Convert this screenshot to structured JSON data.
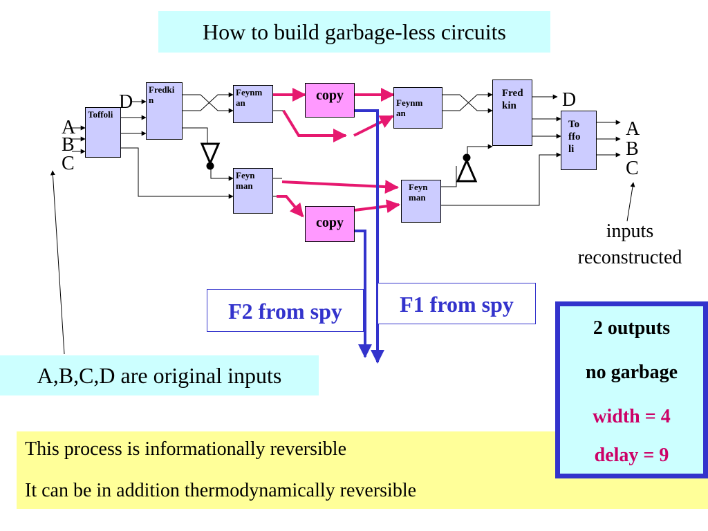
{
  "title": "How to build garbage-less circuits",
  "gates": {
    "toffoli_left": "Toffoli",
    "fredkin_left": "Fredki\nn",
    "feynman_top_left": "Feynm\nan",
    "feynman_bottom_left": "Feyn\nman",
    "feynman_top_right": "Feynm\nan",
    "feynman_bottom_right": "Feyn\nman",
    "fredkin_right": "Fred\nkin",
    "toffoli_right": "To\nffo\nli"
  },
  "copy_labels": {
    "top": "copy",
    "bottom": "copy"
  },
  "signals": {
    "left_d": "D",
    "left_a": "A",
    "left_b": "B",
    "left_c": "C",
    "right_d": "D",
    "right_a": "A",
    "right_b": "B",
    "right_c": "C"
  },
  "spy": {
    "f1": "F1 from spy",
    "f2": "F2 from spy"
  },
  "annotations": {
    "original_inputs": "A,B,C,D are original inputs",
    "reconstructed_line1": "inputs",
    "reconstructed_line2": "reconstructed"
  },
  "process_text": {
    "line1": "This process is informationally reversible",
    "line2": "It can be in addition thermodynamically reversible"
  },
  "summary": {
    "outputs": "2 outputs",
    "garbage": "no garbage",
    "width": "width = 4",
    "delay": "delay = 9"
  },
  "colors": {
    "gate_fill": "#ccccff",
    "copy_fill": "#ff99ff",
    "wire_pink": "#e6186f",
    "wire_blue": "#3333cc",
    "title_bg": "#ccffff",
    "note_bg": "#ffff99"
  }
}
